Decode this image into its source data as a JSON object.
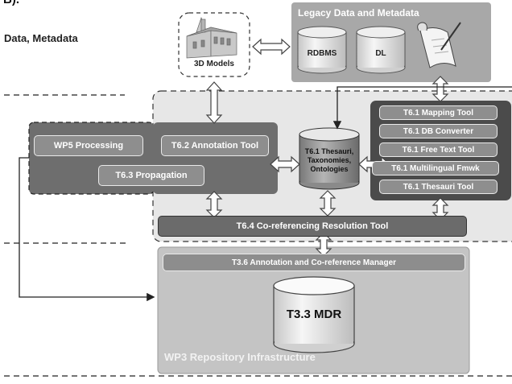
{
  "top_fragment": "B).",
  "section_label": "Data, Metadata",
  "models": {
    "label": "3D Models"
  },
  "legacy": {
    "title": "Legacy Data and Metadata",
    "db1": "RDBMS",
    "db2": "DL"
  },
  "processing": {
    "wp5": "WP5 Processing",
    "annotation": "T6.2 Annotation Tool",
    "propagation": "T6.3 Propagation"
  },
  "thesauri": {
    "line1": "T6.1 Thesauri,",
    "line2": "Taxonomies,",
    "line3": "Ontologies"
  },
  "t61_tools": [
    "T6.1 Mapping Tool",
    "T6.1 DB Converter",
    "T6.1 Free Text Tool",
    "T6.1 Multilingual Fmwk",
    "T6.1 Thesauri Tool"
  ],
  "coref": {
    "label": "T6.4 Co-referencing Resolution Tool"
  },
  "wp3": {
    "manager": "T3.6 Annotation and Co-reference Manager",
    "mdr": "T3.3 MDR",
    "title": "WP3 Repository Infrastructure"
  },
  "colors": {
    "dark_box": "#4e4e4e",
    "mid_box": "#a9a9a9",
    "light_panel": "#e6e6e6",
    "wp3_panel": "#c4c4c4"
  }
}
